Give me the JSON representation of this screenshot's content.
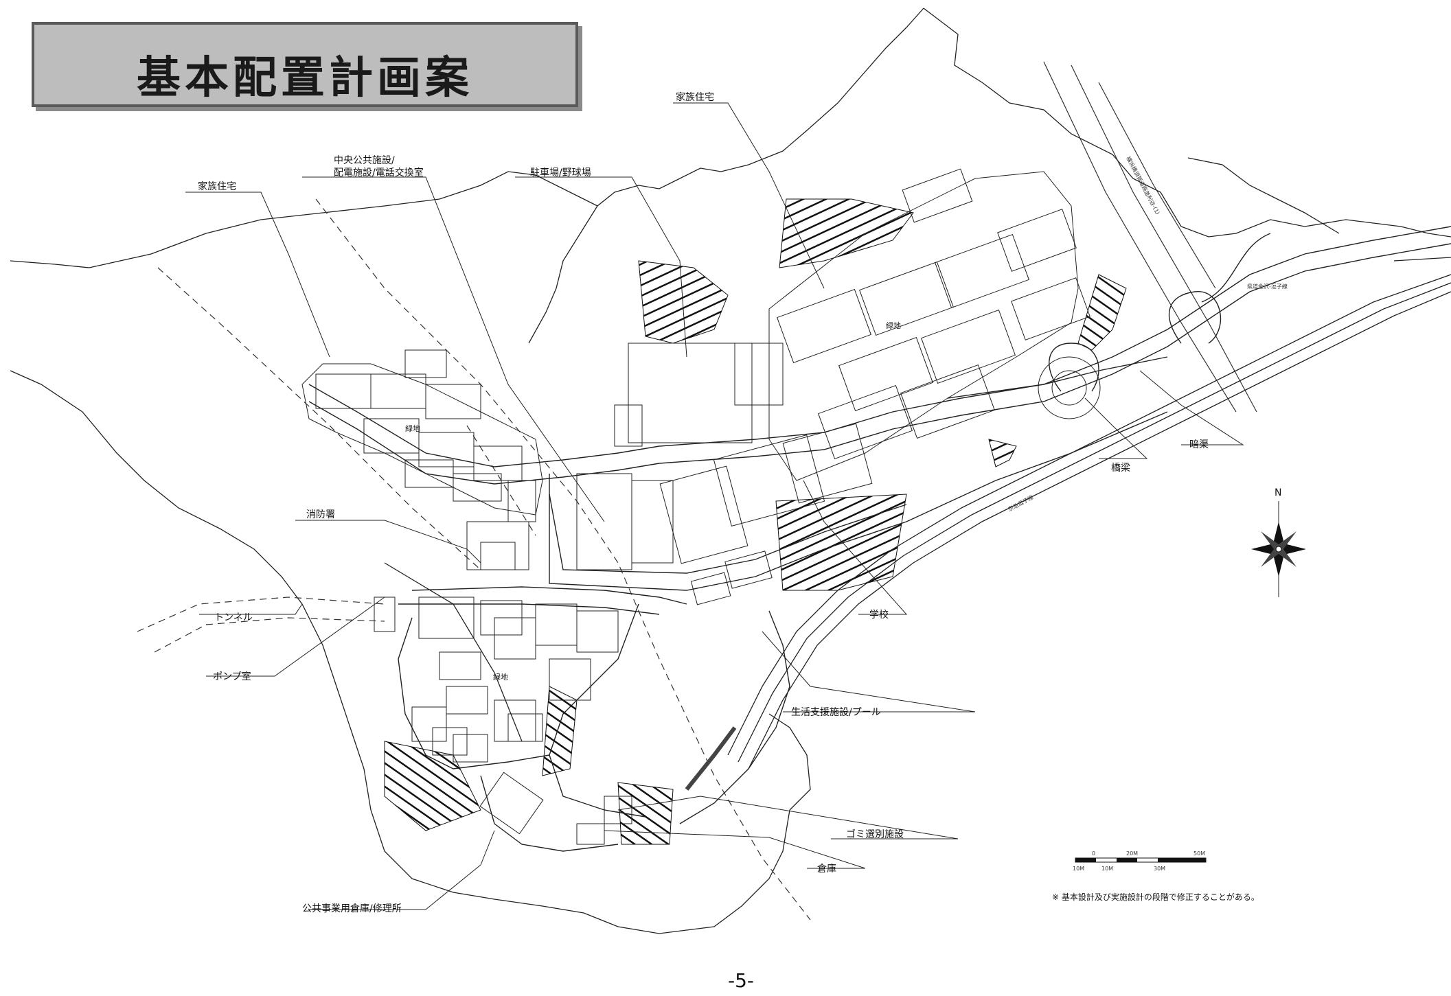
{
  "title": "基本配置計画案",
  "labels": {
    "family_housing_ne": "家族住宅",
    "family_housing_w": "家族住宅",
    "central_public_1": "中央公共施設/",
    "central_public_2": "配電施設/電話交換室",
    "parking_baseball": "駐車場/野球場",
    "fire_station": "消防署",
    "tunnel": "トンネル",
    "pump_room": "ポンプ室",
    "school": "学校",
    "life_support": "生活支援施設/プール",
    "garbage": "ゴミ選別施設",
    "warehouse": "倉庫",
    "public_warehouse": "公共事業用倉庫/修理所",
    "bridge": "橋梁",
    "culvert": "暗渠",
    "green_1": "緑地",
    "green_2": "緑地",
    "green_3": "緑地",
    "expressway": "横浜横須賀道路釜利谷-(1)",
    "prefectural_road": "県道金沢-逗子線",
    "keikyu_line": "京急逗子線",
    "compass_n": "N"
  },
  "scale_bar": {
    "top": [
      "0",
      "20M",
      "50M"
    ],
    "bottom": [
      "10M",
      "10M",
      "30M"
    ]
  },
  "note": "※ 基本設計及び実施設計の段階で修正することがある。",
  "page_number": "-5-"
}
